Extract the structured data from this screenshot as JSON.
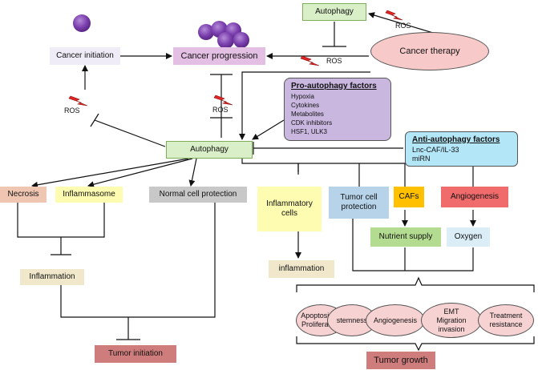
{
  "colors": {
    "autophagy_green": "#d9efc7",
    "progression_pink": "#e3bfe3",
    "therapy_pink": "#f7c9c9",
    "pro_factors_purple": "#c9b7e0",
    "anti_factors_blue": "#b3e6f7",
    "necrosis_peach": "#efc6b2",
    "inflammasome_yellow": "#fdfcb0",
    "normal_grey": "#c8c8c8",
    "tumor_protection_blue": "#b6d3ea",
    "cafs_orange": "#ffc000",
    "angiogenesis_red": "#f06b6b",
    "nutrient_green": "#b4dc91",
    "oxygen_lightblue": "#dbeef8",
    "inflammation_beige": "#f1e8cc",
    "tumor_rose": "#cf7c7c"
  },
  "nodes": {
    "cancer_initiation": "Cancer initiation",
    "cancer_progression": "Cancer progression",
    "cancer_therapy": "Cancer therapy",
    "autophagy_top": "Autophagy",
    "autophagy_center": "Autophagy",
    "necrosis": "Necrosis",
    "inflammasome": "Inflammasome",
    "normal_cell_protection": "Normal cell protection",
    "inflammation": "Inflammation",
    "tumor_initiation": "Tumor initiation",
    "inflammatory_cells": "Inflammatory cells",
    "tumor_cell_protection": "Tumor cell protection",
    "cafs": "CAFs",
    "angiogenesis_box": "Angiogenesis",
    "nutrient_supply": "Nutrient supply",
    "oxygen": "Oxygen",
    "inflammation_lower": "inflammation",
    "tumor_growth": "Tumor growth"
  },
  "ros_labels": [
    "ROS",
    "ROS",
    "ROS",
    "ROS"
  ],
  "pro_factors": {
    "title": "Pro-autophagy factors",
    "items": [
      "Hypoxia",
      "Cytokines",
      "Metabolites",
      "CDK inhibitors",
      "HSF1, ULK3"
    ]
  },
  "anti_factors": {
    "title": "Anti-autophagy factors",
    "items": [
      "Lnc-CAF/IL-33",
      "miRN"
    ]
  },
  "outcomes": {
    "apoptosis": "Apoptosis",
    "proliferation": "Proliferation",
    "stemness": "stemness",
    "angiogenesis": "Angiogenesis",
    "emt": "EMT",
    "migration": "Migration",
    "invasion": "invasion",
    "treatment": "Treatment",
    "resistance": "resistance"
  }
}
